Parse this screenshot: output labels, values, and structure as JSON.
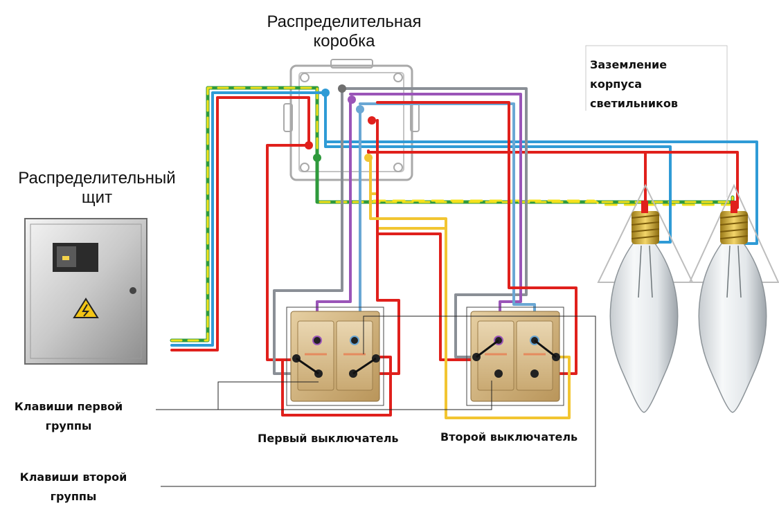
{
  "labels": {
    "junction_box": [
      "Распределительная",
      "коробка"
    ],
    "panel": [
      "Распределительный",
      "щит"
    ],
    "grounding": [
      "Заземление",
      "корпуса",
      "светильников"
    ],
    "keys_first_group": [
      "Клавиши первой",
      "группы"
    ],
    "keys_second_group": [
      "Клавиши второй",
      "группы"
    ],
    "switch_one": "Первый выключатель",
    "switch_two": "Второй выключатель"
  },
  "wire_colors": {
    "phase": "#e0201c",
    "neutral": "#2f9bd6",
    "ground_green": "#2e9a3c",
    "ground_yellow": "#f4e11c",
    "traveler_gray": "#8a8f96",
    "traveler_violet": "#9a55b8",
    "lamp_feed_yellow": "#f2c531"
  },
  "icons": {
    "panel_warning": "high-voltage-warning-icon"
  }
}
